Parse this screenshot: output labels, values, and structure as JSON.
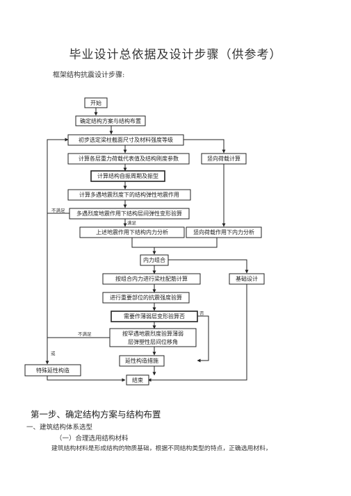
{
  "doc": {
    "title": "毕业设计总依据及设计步骤（供参考）",
    "subtitle": "框架结构抗震设计步骤:"
  },
  "flow": {
    "start": "开始",
    "scheme": "确定结构方案与结构布置",
    "prelim": "初步选定梁柱截面尺寸及材料强度等级",
    "loads": "计算各层重力荷载代表值及结构刚度参数",
    "vertical_load": "竖向荷载计算",
    "period": "计算结构自振周期及振型",
    "frequent_eq": "计算多遇地震烈度下的结构弹性地震作用",
    "drift_check": "多遇烈度地震作用下结构层间弹性变形验算",
    "not_satisfied_1": "不满足",
    "satisfied": "满足",
    "eq_internal": "上述地震作用下结构内力分析",
    "vert_internal": "竖向荷载作用下内力分析",
    "combo": "内力组合",
    "design_reinf": "按组合内力进行梁柱配筋计算",
    "foundation": "基础设计",
    "capacity_check": "进行重要部位的抗震强度验算",
    "weak_layer_q": "需要作薄弱层变形验算否",
    "no": "否",
    "not_satisfied_2": "不满足",
    "rare_eq_line1": "按罕遇地震烈度验算薄弱",
    "rare_eq_line2": "层弹塑性层间位移角",
    "or": "或",
    "ductile_measures": "延性构造措施",
    "special_ductile": "特殊延性构造",
    "end": "结束"
  },
  "text": {
    "step1": "第一步、确定结构方案与结构布置",
    "sec1": "一、建筑结构体系选型",
    "sub1": "（一）合理选用结构材料",
    "body1": "建筑结构材料是形成结构的物质基础，根据不同结构类型的特点，正确选用材料，"
  }
}
